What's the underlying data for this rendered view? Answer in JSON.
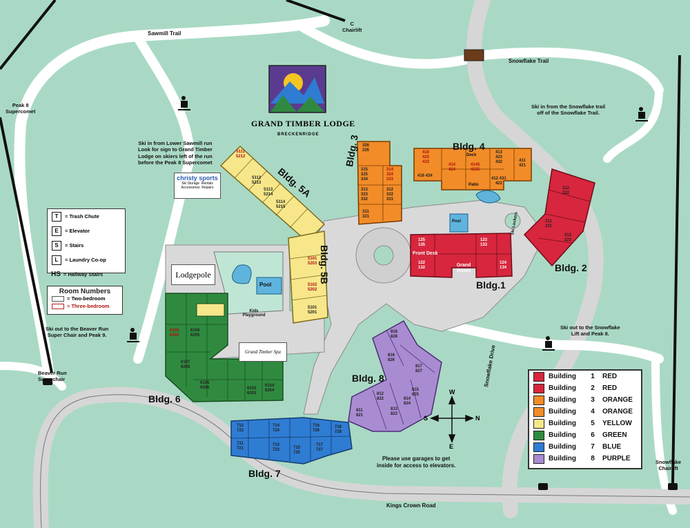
{
  "roads": {
    "sawmill_trail": "Sawmill Trail",
    "snowflake_trail": "Snowflake Trail",
    "kings_crown_road": "Kings Crown Road",
    "snowflake_drive": "Snowflake Drive",
    "chairlift_c": "C\nChairlift",
    "peak8_supercomet": "Peak 8\nSupercomet",
    "beaver_run_superchair": "Beaver Run\nSuperchair",
    "snowflake_chairlift": "Snowflake\nChairlift"
  },
  "notes": {
    "ski_in_sawmill": "Ski in from Lower Sawmill run\nLook for sign to Grand Timber\nLodge on skiers left of the run\nbefore the Peak 8 Supercomet",
    "ski_in_snowflake": "Ski in from the Snowflake trail\noff of the Snowflake Trail.",
    "ski_out_beaver": "Ski out to the Beaver Run\nSuper Chair and Peak 9.",
    "ski_out_snowflake": "Ski out to the Snowflake\nLift and Peak 8.",
    "garages": "Please use garages to get\ninside for access to elevators."
  },
  "logo": {
    "name": "GRAND TIMBER LODGE",
    "sub": "BRECKENRIDGE"
  },
  "places": {
    "pool1": "Pool",
    "pool2": "Pool",
    "patio": "Patio",
    "deck_bldg4": "Deck",
    "front_desk": "Front Desk",
    "grand_room": "Grand Room",
    "kids_playground": "Kids Playground",
    "lodgepole": "Lodgepole",
    "grand_spa": "Grand Timber Spa",
    "christy_sports": "christy sports",
    "christy_sub": "Ski Storage  Rentals\nAccessories  Repairs",
    "ski_lockers": "Ski Lockers"
  },
  "buildings": {
    "b1": "Bldg.1",
    "b2": "Bldg. 2",
    "b3": "Bldg. 3",
    "b4": "Bldg. 4",
    "b5a": "Bldg. 5A",
    "b5b": "Bldg. 5B",
    "b6": "Bldg. 6",
    "b7": "Bldg. 7",
    "b8": "Bldg. 8"
  },
  "symbol_legend": [
    {
      "sym": "T",
      "label": "= Trash Chute"
    },
    {
      "sym": "E",
      "label": "= Elevator"
    },
    {
      "sym": "S",
      "label": "= Stairs"
    },
    {
      "sym": "L",
      "label": "= Laundry Co-op"
    },
    {
      "sym": "HS",
      "label": "= Hallway Stairs"
    }
  ],
  "room_numbers": {
    "title": "Room Numbers",
    "two_bedroom": "= Two-bedroom",
    "three_bedroom": "= Three-bedroom"
  },
  "building_key": [
    {
      "label": "Building",
      "num": "1",
      "color_name": "RED",
      "color": "#d7263d"
    },
    {
      "label": "Building",
      "num": "2",
      "color_name": "RED",
      "color": "#d7263d"
    },
    {
      "label": "Building",
      "num": "3",
      "color_name": "ORANGE",
      "color": "#f28c28"
    },
    {
      "label": "Building",
      "num": "4",
      "color_name": "ORANGE",
      "color": "#f28c28"
    },
    {
      "label": "Building",
      "num": "5",
      "color_name": "YELLOW",
      "color": "#f7e78a"
    },
    {
      "label": "Building",
      "num": "6",
      "color_name": "GREEN",
      "color": "#2f8a3f"
    },
    {
      "label": "Building",
      "num": "7",
      "color_name": "BLUE",
      "color": "#2f7cd3"
    },
    {
      "label": "Building",
      "num": "8",
      "color_name": "PURPLE",
      "color": "#a98bd1"
    }
  ],
  "compass": {
    "n": "N",
    "s": "S",
    "e": "E",
    "w": "W"
  },
  "rooms": {
    "b3": [
      "326\n335",
      "315\n325\n334",
      "314\n324\n333",
      "313\n323\n332",
      "312\n322\n331",
      "311\n321"
    ],
    "b4": [
      "416\n425\n433",
      "414\n424",
      "4145\n4235",
      "413\n423\n432",
      "411\n421",
      "412 431\n422",
      "416 434"
    ],
    "b1": [
      "125\n135",
      "123\n133",
      "122\n132",
      "124\n134"
    ],
    "b2": [
      "212\n222",
      "211\n221",
      "213\n223"
    ],
    "b5a": [
      "5111\n5212",
      "5114\n5215",
      "5112\n5213",
      "5113\n5214"
    ],
    "b5b": [
      "5101\n5203",
      "5102\n5202",
      "5101\n5201"
    ],
    "b6": [
      "6108\n6209",
      "6106\n6205",
      "6107\n6208",
      "6105\n6206",
      "6103\n6203",
      "6104\n6204"
    ],
    "b7": [
      "712\n722",
      "714\n724",
      "716\n726",
      "718\n728",
      "711\n721",
      "713\n723",
      "715\n725",
      "717\n727"
    ],
    "b8": [
      "818\n828",
      "816\n826",
      "817\n827",
      "815\n825",
      "811\n821",
      "812\n822",
      "813\n823",
      "814\n824"
    ]
  }
}
